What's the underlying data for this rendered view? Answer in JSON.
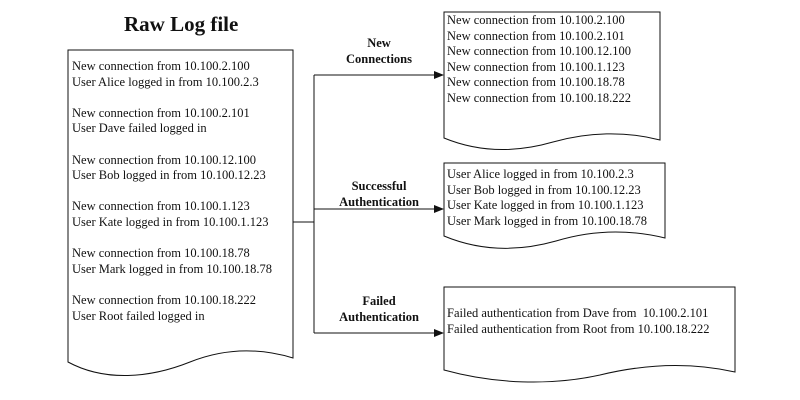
{
  "title": "Raw Log file",
  "raw_log": {
    "groups": [
      [
        "New connection from 10.100.2.100",
        "User Alice logged in from 10.100.2.3"
      ],
      [
        "New connection from 10.100.2.101",
        "User Dave failed logged in"
      ],
      [
        "New connection from 10.100.12.100",
        "User Bob logged in from 10.100.12.23"
      ],
      [
        "New connection from 10.100.1.123",
        "User Kate logged in from 10.100.1.123"
      ],
      [
        "New connection from 10.100.18.78",
        "User Mark logged in from 10.100.18.78"
      ],
      [
        "New connection from 10.100.18.222",
        "User Root failed logged in"
      ]
    ]
  },
  "branches": [
    {
      "label_lines": [
        "New",
        "Connections"
      ],
      "entries": [
        "New connection from 10.100.2.100",
        "New connection from 10.100.2.101",
        "New connection from 10.100.12.100",
        "New connection from 10.100.1.123",
        "New connection from 10.100.18.78",
        "New connection from 10.100.18.222"
      ]
    },
    {
      "label_lines": [
        "Successful",
        "Authentication"
      ],
      "entries": [
        "User Alice logged in from 10.100.2.3",
        "User Bob logged in from 10.100.12.23",
        "User Kate logged in from 10.100.1.123",
        "User Mark logged in from 10.100.18.78"
      ]
    },
    {
      "label_lines": [
        "Failed",
        "Authentication"
      ],
      "entries": [
        "Failed authentication from Dave from  10.100.2.101",
        "Failed authentication from Root from 10.100.18.222"
      ]
    }
  ]
}
